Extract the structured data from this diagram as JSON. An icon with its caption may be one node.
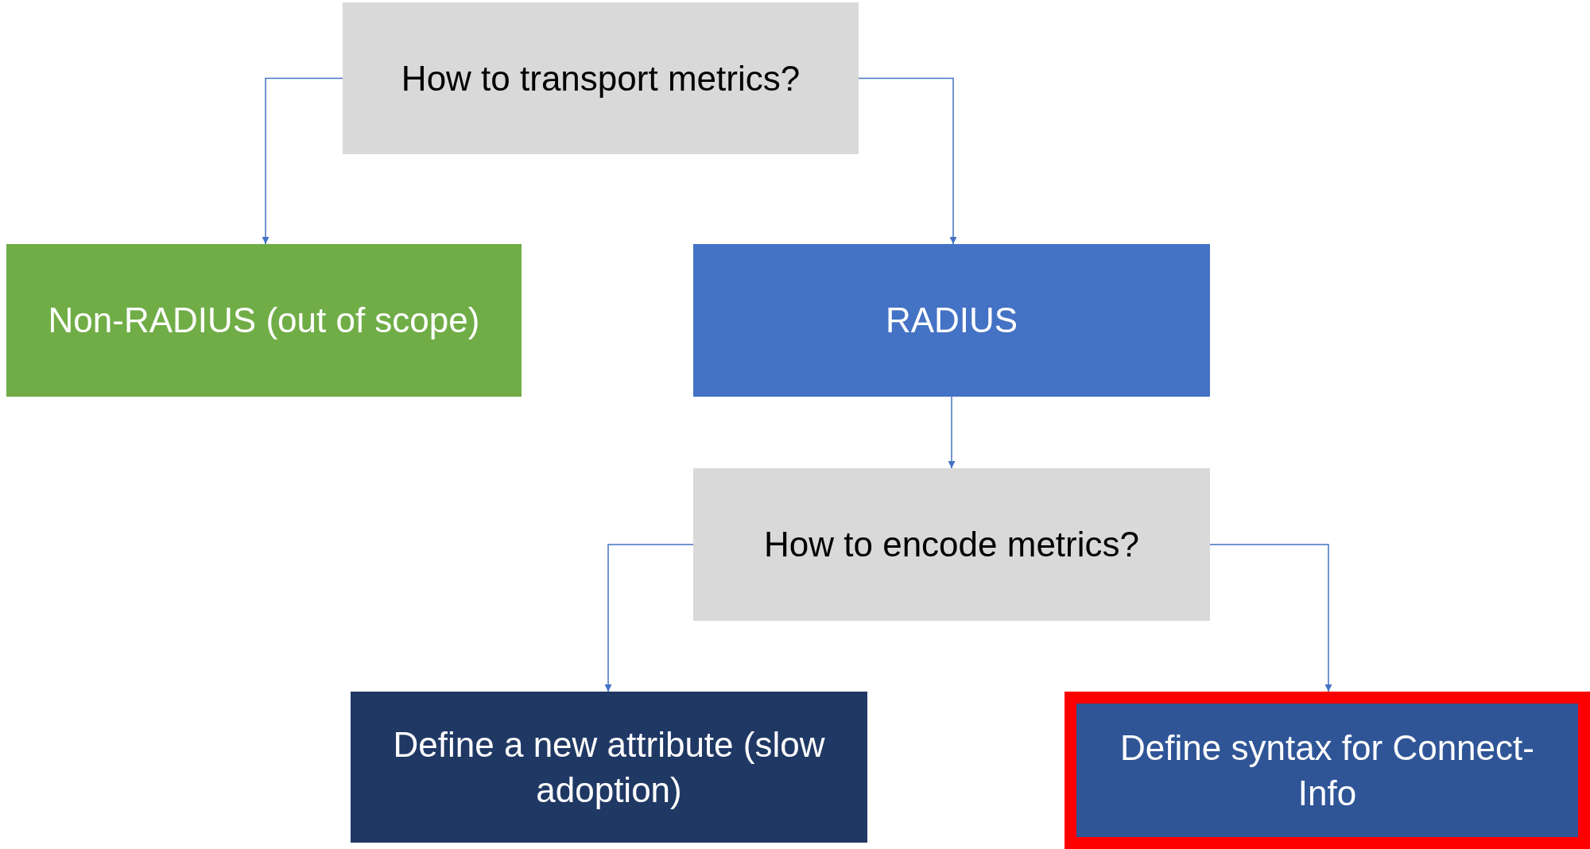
{
  "diagram": {
    "nodes": [
      {
        "text": [
          "How to transport metrics?"
        ]
      },
      {
        "text": [
          "Non-RADIUS (out of scope)"
        ]
      },
      {
        "text": [
          "RADIUS"
        ]
      },
      {
        "text": [
          "How to encode metrics?"
        ]
      },
      {
        "text": [
          "Define a new attribute (slow adoption)"
        ]
      },
      {
        "text": [
          "Define syntax for Connect-Info"
        ]
      }
    ],
    "edges": [
      {
        "from": 0,
        "to": 1,
        "arrow": "to"
      },
      {
        "from": 0,
        "to": 2,
        "arrow": "to"
      },
      {
        "from": 2,
        "to": 3,
        "arrow": "to"
      },
      {
        "from": 3,
        "to": 4,
        "arrow": "to"
      },
      {
        "from": 3,
        "to": 5,
        "arrow": "to"
      }
    ]
  }
}
